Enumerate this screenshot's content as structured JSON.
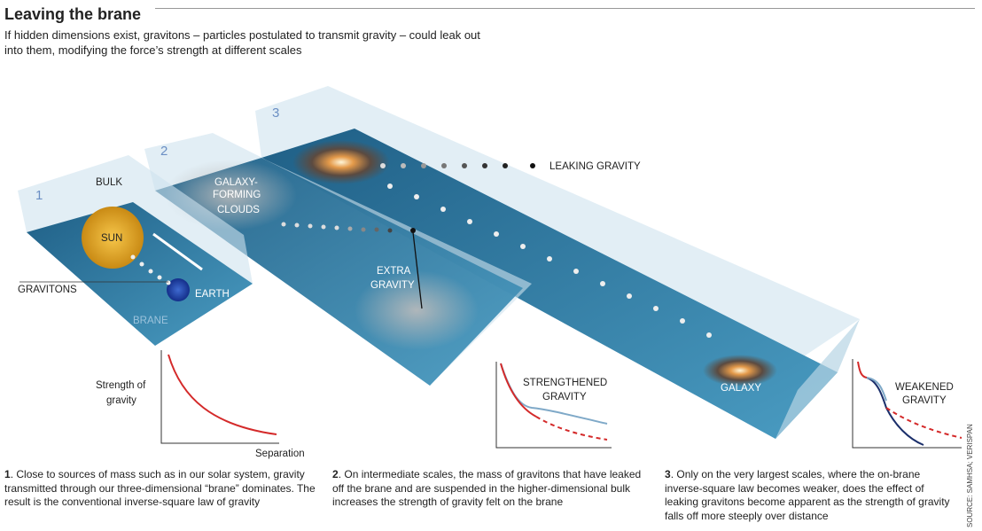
{
  "header": {
    "title": "Leaving the brane",
    "subtitle": "If hidden dimensions exist, gravitons – particles postulated to transmit gravity – could leak out into them, modifying the force’s strength at different scales"
  },
  "panels": [
    {
      "number": "1",
      "labels": {
        "bulk": "BULK",
        "sun": "SUN",
        "earth": "EARTH",
        "gravitons": "GRAVITONS",
        "brane": "BRANE"
      }
    },
    {
      "number": "2",
      "labels": {
        "clouds_1": "GALAXY-",
        "clouds_2": "FORMING",
        "clouds_3": "CLOUDS",
        "extra_1": "EXTRA",
        "extra_2": "GRAVITY"
      }
    },
    {
      "number": "3",
      "labels": {
        "leaking": "LEAKING GRAVITY",
        "galaxy": "GALAXY"
      }
    }
  ],
  "charts": {
    "ylabel_1": "Strength of",
    "ylabel_2": "gravity",
    "xlabel": "Separation",
    "strengthened_1": "STRENGTHENED",
    "strengthened_2": "GRAVITY",
    "weakened_1": "WEAKENED",
    "weakened_2": "GRAVITY"
  },
  "captions": [
    {
      "num": "1",
      "text": ". Close to sources of mass such as in our solar system, gravity transmitted through our three-dimensional “brane” dominates. The result is the conventional inverse-square law of gravity"
    },
    {
      "num": "2",
      "text": ". On intermediate scales, the mass of gravitons that have leaked off the brane and are suspended in the higher-dimensional bulk increases the strength of gravity felt on the brane"
    },
    {
      "num": "3",
      "text": ". Only on the very largest scales, where the on-brane inverse-square law becomes weaker, does the effect of leaking gravitons become apparent as the strength of gravity falls off more steeply over distance"
    }
  ],
  "source": "SOURCE: SAMHSA; VERISPAN",
  "colors": {
    "brane": "#2f7ea6",
    "box": "#cfe3ee",
    "red": "#d42a2a",
    "lightblue": "#7fa9c8",
    "navy": "#1b2f6b"
  }
}
